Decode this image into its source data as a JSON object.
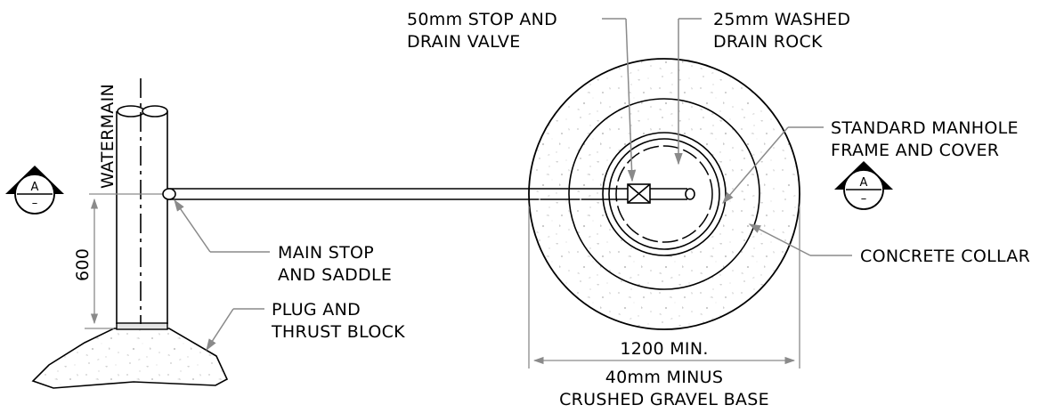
{
  "labels": {
    "valve_line1": "50mm STOP AND",
    "valve_line2": "DRAIN VALVE",
    "rock_line1": "25mm WASHED",
    "rock_line2": "DRAIN ROCK",
    "manhole_line1": "STANDARD MANHOLE",
    "manhole_line2": "FRAME AND COVER",
    "collar": "CONCRETE COLLAR",
    "watermain": "WATERMAIN",
    "depth_dim": "600",
    "main_stop_line1": "MAIN STOP",
    "main_stop_line2": "AND SADDLE",
    "plug_line1": "PLUG AND",
    "plug_line2": "THRUST BLOCK",
    "width_dim": "1200 MIN.",
    "gravel_line1": "40mm MINUS",
    "gravel_line2": "CRUSHED GRAVEL BASE"
  },
  "section_markers": [
    {
      "letter": "A",
      "sheet": "–"
    },
    {
      "letter": "A",
      "sheet": "–"
    }
  ],
  "colors": {
    "line": "#000000",
    "leader": "#8a8a8a",
    "fill": "#ffffff",
    "marker_fill": "#000000"
  }
}
